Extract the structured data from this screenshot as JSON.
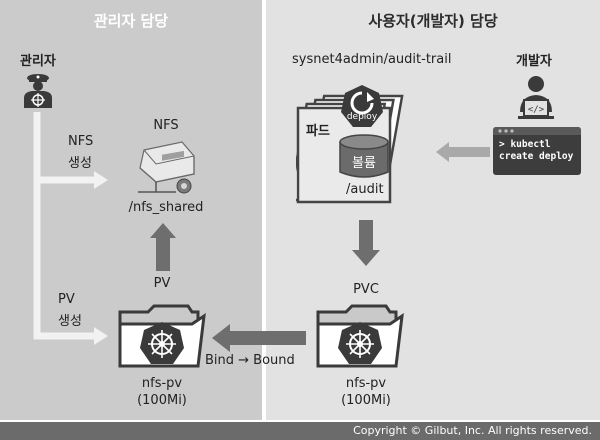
{
  "sections": {
    "admin_title": "관리자 담당",
    "developer_title": "사용자(개발자) 담당"
  },
  "roles": {
    "admin": "관리자",
    "developer": "개발자"
  },
  "nfs": {
    "title": "NFS",
    "path": "/nfs_shared",
    "create_label_1": "NFS",
    "create_label_2": "생성"
  },
  "pv": {
    "title": "PV",
    "create_label_1": "PV",
    "create_label_2": "생성",
    "name": "nfs-pv",
    "size": "(100Mi)"
  },
  "pvc": {
    "title": "PVC",
    "name": "nfs-pv",
    "size": "(100Mi)"
  },
  "bind_label": "Bind → Bound",
  "pod": {
    "deployment_name": "sysnet4admin/audit-trail",
    "pod_label": "파드",
    "deploy_badge": "deploy",
    "volume_label": "볼륨",
    "mount_path": "/audit"
  },
  "terminal": {
    "line1": "> kubectl",
    "line2": "create deploy"
  },
  "footer": "Copyright © Gilbut, Inc. All rights reserved.",
  "colors": {
    "left_panel": "#cbcbcb",
    "right_panel": "#e2e2e2",
    "arrow_dark": "#6e6e6e",
    "arrow_light": "#a9a9a9",
    "icon_dark": "#3a3a3a"
  }
}
